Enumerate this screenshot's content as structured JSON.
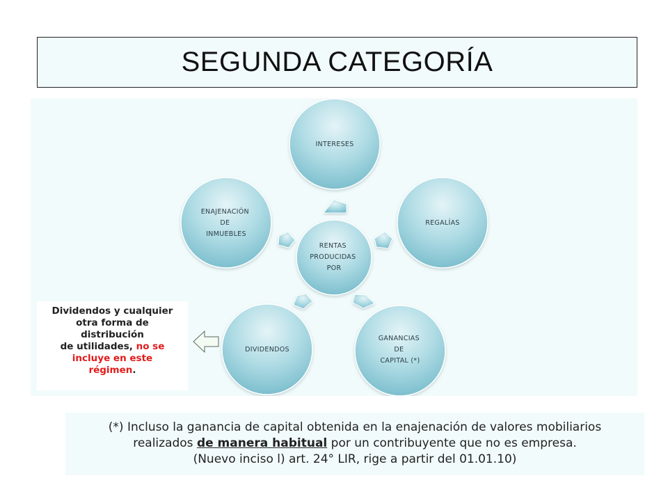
{
  "title": "SEGUNDA CATEGORÍA",
  "diagram": {
    "center": [
      "RENTAS",
      "PRODUCIDAS",
      "POR"
    ],
    "nodes": [
      {
        "id": "intereses",
        "lines": [
          "INTERESES"
        ]
      },
      {
        "id": "regalias",
        "lines": [
          "REGALÍAS"
        ]
      },
      {
        "id": "ganancias",
        "lines": [
          "GANANCIAS",
          "DE",
          "CAPITAL (*)"
        ]
      },
      {
        "id": "dividendos",
        "lines": [
          "DIVIDENDOS"
        ]
      },
      {
        "id": "enajenacion",
        "lines": [
          "ENAJENACIÓN",
          "DE",
          "INMUEBLES"
        ]
      }
    ],
    "colors": {
      "circle_light": "#d8eff3",
      "circle_mid": "#9dd3de",
      "circle_dark": "#6fb6c6",
      "text": "#2c3e46",
      "accent_red": "#e31b1b"
    }
  },
  "note": {
    "line1": "Dividendos y cualquier",
    "line2": "otra forma de",
    "line3": "distribución",
    "line4_prefix": "de utilidades,",
    "line4_red": "no se",
    "line5_red": "incluye en este",
    "line6_red": "régimen",
    "line6_suffix": "."
  },
  "footnote": {
    "line1": "(*) Incluso la ganancia de capital obtenida en la enajenación de valores mobiliarios",
    "line2_prefix": "realizados",
    "line2_underline": "de manera habitual",
    "line2_suffix": "por un contribuyente que no es empresa.",
    "line3": "(Nuevo inciso l) art. 24° LIR, rige a partir del 01.01.10)"
  }
}
